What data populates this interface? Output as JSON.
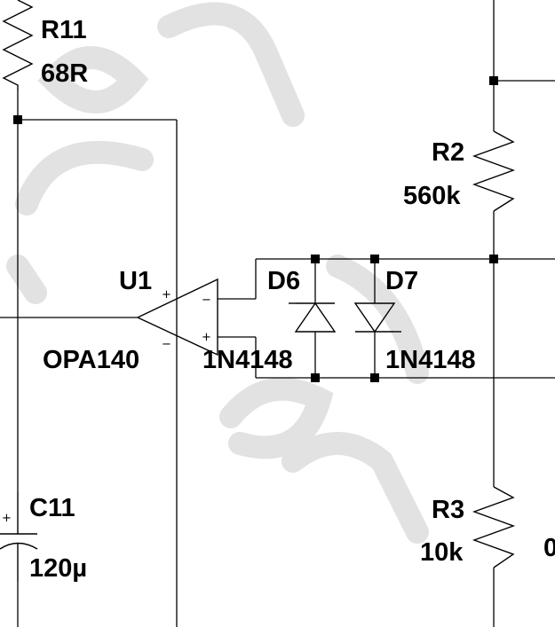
{
  "components": {
    "r11": {
      "ref": "R11",
      "value": "68R"
    },
    "r2": {
      "ref": "R2",
      "value": "560k"
    },
    "r3": {
      "ref": "R3",
      "value": "10k"
    },
    "u1": {
      "ref": "U1",
      "value": "OPA140",
      "pin_plus": "+",
      "pin_minus": "−"
    },
    "d6": {
      "ref": "D6",
      "value": "1N4148"
    },
    "d7": {
      "ref": "D7",
      "value": "1N4148"
    },
    "c11": {
      "ref": "C11",
      "value": "120µ",
      "polarity": "+"
    }
  },
  "pin_marks": {
    "op_in_top": "−",
    "op_in_bottom": "+",
    "op_out_top": "+",
    "op_out_bottom": "−"
  },
  "edge_text": "0",
  "colors": {
    "ink": "#000000",
    "watermark": "#e2e2e2",
    "background": "#ffffff"
  }
}
